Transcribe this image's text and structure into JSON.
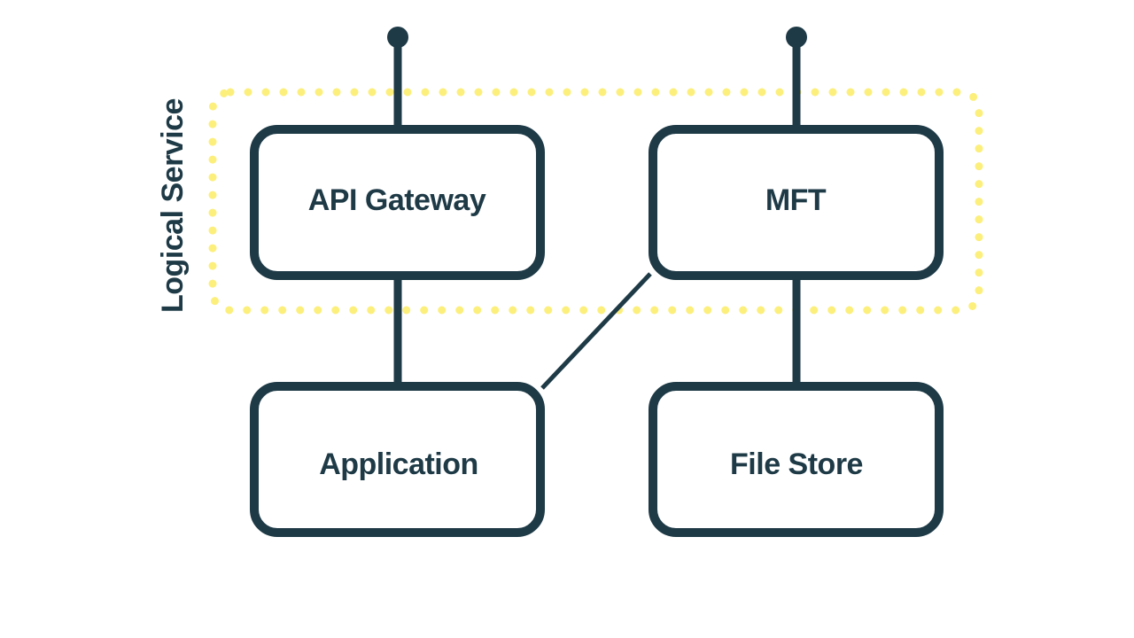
{
  "diagram": {
    "title": "",
    "colors": {
      "stroke": "#1e3a46",
      "text": "#1e3a46",
      "boundary": "#fcef7c",
      "background": "#ffffff"
    },
    "group": {
      "label": "Logical Service",
      "style": "dotted",
      "members": [
        "api-gateway",
        "mft"
      ]
    },
    "nodes": [
      {
        "id": "api-gateway",
        "label": "API Gateway"
      },
      {
        "id": "mft",
        "label": "MFT"
      },
      {
        "id": "application",
        "label": "Application"
      },
      {
        "id": "file-store",
        "label": "File Store"
      }
    ],
    "edges": [
      {
        "from": "external-1",
        "to": "api-gateway",
        "style": "thick",
        "endpoint": "ball"
      },
      {
        "from": "external-2",
        "to": "mft",
        "style": "thick",
        "endpoint": "ball"
      },
      {
        "from": "api-gateway",
        "to": "application",
        "style": "thick"
      },
      {
        "from": "mft",
        "to": "file-store",
        "style": "thick"
      },
      {
        "from": "application",
        "to": "mft",
        "style": "thin-diagonal"
      }
    ]
  }
}
